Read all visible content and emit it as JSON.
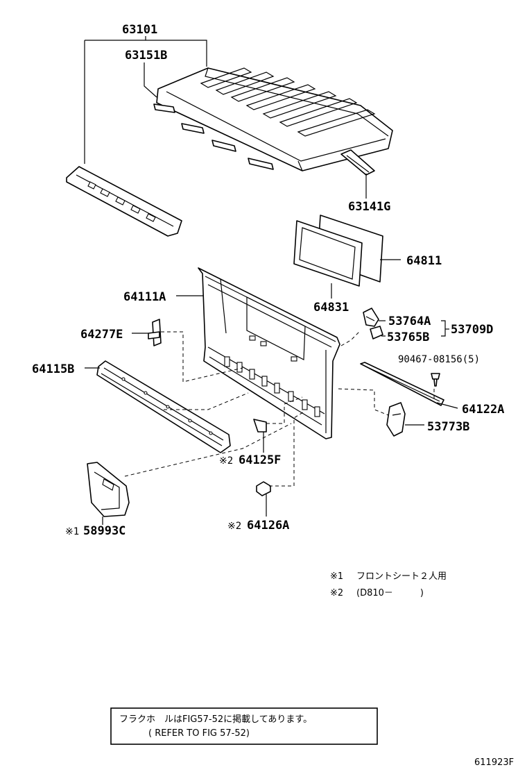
{
  "parts": {
    "p63101": "63101",
    "p63151B": "63151B",
    "p63141G": "63141G",
    "p64811": "64811",
    "p64831": "64831",
    "p64111A": "64111A",
    "p64277E": "64277E",
    "p53764A": "53764A",
    "p53765B": "53765B",
    "p53709D": "53709D",
    "p90467": "90467-08156(5)",
    "p64115B": "64115B",
    "p64122A": "64122A",
    "p53773B": "53773B",
    "p64125F": "64125F",
    "p64126A": "64126A",
    "p58993C": "58993C"
  },
  "marks": {
    "m1": "※1",
    "m2": "※2"
  },
  "notes": {
    "n1_mark": "※1",
    "n1_text": "フロントシート２人用",
    "n2_mark": "※2",
    "n2_text": "(D810－　　　)"
  },
  "reference": {
    "line1": "フラクホ　ルはFIG57-52に掲載してあります。",
    "line2": "( REFER TO FIG 57-52)"
  },
  "figure_id": "611923F"
}
